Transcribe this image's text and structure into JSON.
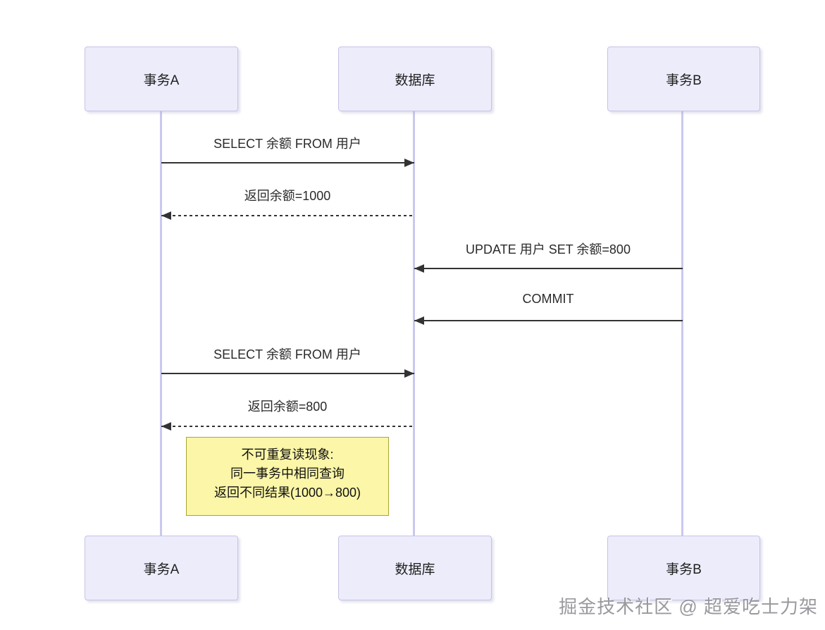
{
  "diagram": {
    "type": "sequence-diagram",
    "actors": [
      {
        "id": "transaction-a",
        "label": "事务A"
      },
      {
        "id": "database",
        "label": "数据库"
      },
      {
        "id": "transaction-b",
        "label": "事务B"
      }
    ],
    "messages": [
      {
        "text": "SELECT 余额 FROM 用户",
        "from": "事务A",
        "to": "数据库",
        "line": "solid",
        "arrow": "right"
      },
      {
        "text": "返回余额=1000",
        "from": "数据库",
        "to": "事务A",
        "line": "dashed",
        "arrow": "left"
      },
      {
        "text": "UPDATE 用户 SET 余额=800",
        "from": "事务B",
        "to": "数据库",
        "line": "solid",
        "arrow": "left"
      },
      {
        "text": "COMMIT",
        "from": "事务B",
        "to": "数据库",
        "line": "solid",
        "arrow": "left"
      },
      {
        "text": "SELECT 余额 FROM 用户",
        "from": "事务A",
        "to": "数据库",
        "line": "solid",
        "arrow": "right"
      },
      {
        "text": "返回余额=800",
        "from": "数据库",
        "to": "事务A",
        "line": "dashed",
        "arrow": "left"
      }
    ],
    "note": {
      "lines": [
        "不可重复读现象:",
        "同一事务中相同查询",
        "返回不同结果(1000→800)"
      ]
    },
    "watermark": "掘金技术社区 @ 超爱吃士力架",
    "colors": {
      "actor_fill": "#ececfb",
      "actor_border": "#c6c3e6",
      "lifeline": "#c9c9ef",
      "arrow": "#333333",
      "note_fill": "#fbf6a8",
      "note_border": "#a8a833",
      "watermark": "#808086"
    }
  }
}
